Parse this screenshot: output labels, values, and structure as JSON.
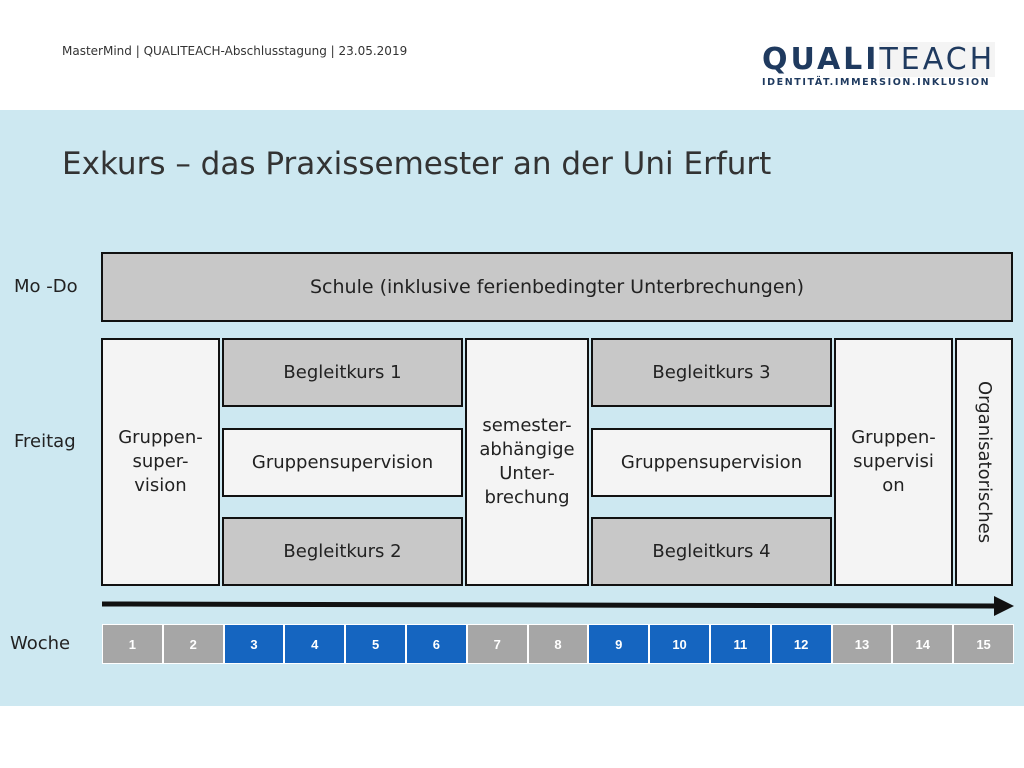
{
  "header": {
    "meta": "MasterMind | QUALITEACH-Abschlusstagung | 23.05.2019",
    "logo_bold": "QUALI",
    "logo_light": "TEACH",
    "logo_sub": "IDENTITÄT.IMMERSION.INKLUSION"
  },
  "title": "Exkurs – das Praxissemester an der Uni Erfurt",
  "rows": {
    "mo_do": "Mo -Do",
    "freitag": "Freitag",
    "woche": "Woche"
  },
  "schule": "Schule (inklusive ferienbedingter Unterbrechungen)",
  "blocks": {
    "gruppen1": "Gruppen-\nsuper-\nvision",
    "begleit1": "Begleitkurs 1",
    "gs1": "Gruppensupervision",
    "begleit2": "Begleitkurs 2",
    "semester": "semester-\nabhängige\nUnter-\nbrechung",
    "begleit3": "Begleitkurs 3",
    "gs2": "Gruppensupervision",
    "begleit4": "Begleitkurs 4",
    "gruppen2": "Gruppen-\nsupervisi\non",
    "organisatorisches": "Organisatorisches"
  },
  "weeks": [
    {
      "n": "1",
      "color": "gray"
    },
    {
      "n": "2",
      "color": "gray"
    },
    {
      "n": "3",
      "color": "blue"
    },
    {
      "n": "4",
      "color": "blue"
    },
    {
      "n": "5",
      "color": "blue"
    },
    {
      "n": "6",
      "color": "blue"
    },
    {
      "n": "7",
      "color": "gray"
    },
    {
      "n": "8",
      "color": "gray"
    },
    {
      "n": "9",
      "color": "blue"
    },
    {
      "n": "10",
      "color": "blue"
    },
    {
      "n": "11",
      "color": "blue"
    },
    {
      "n": "12",
      "color": "blue"
    },
    {
      "n": "13",
      "color": "gray"
    },
    {
      "n": "14",
      "color": "gray"
    },
    {
      "n": "15",
      "color": "gray"
    }
  ]
}
